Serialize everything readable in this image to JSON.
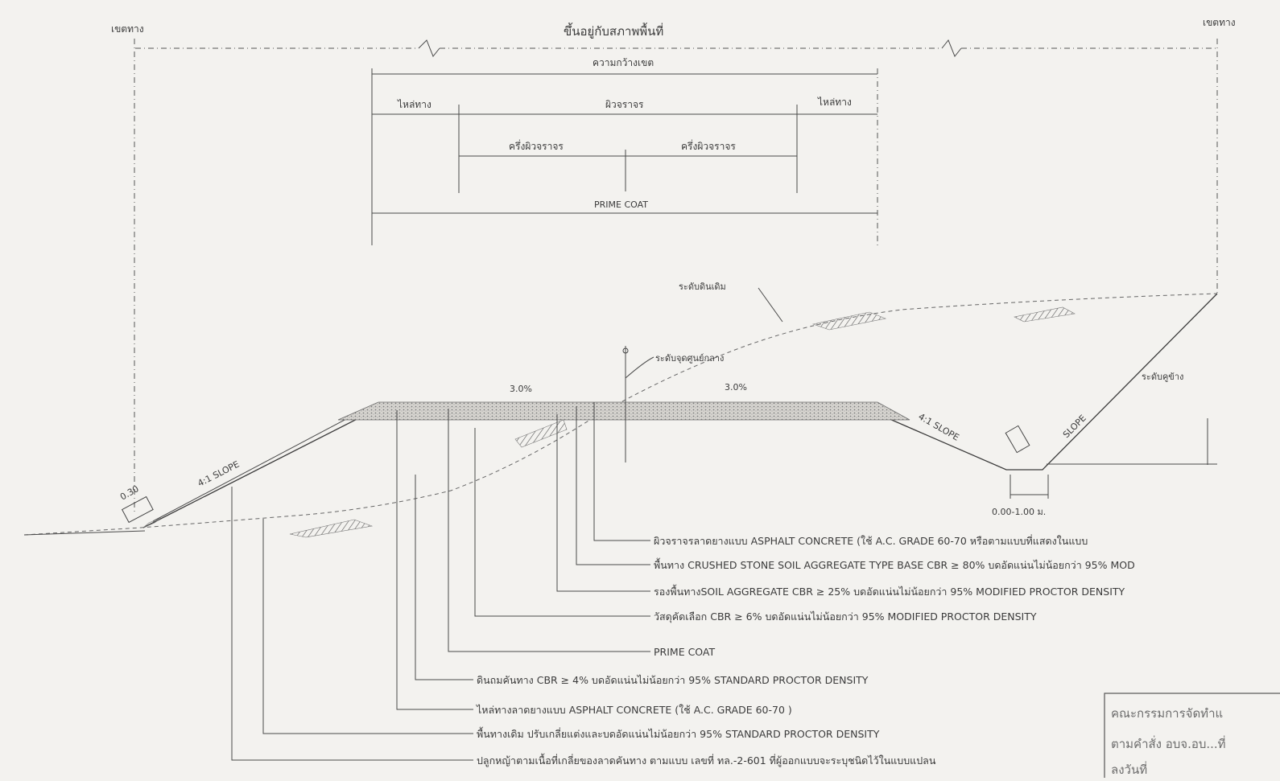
{
  "drawing": {
    "row_left_label": "เขตทาง",
    "row_right_label": "เขตทาง",
    "terrain_label": "ขึ้นอยู่กับสภาพพื้นที่",
    "width_label": "ความกว้างเขต",
    "shoulder_left": "ไหล่ทาง",
    "pavement_label": "ผิวจราจร",
    "shoulder_right": "ไหล่ทาง",
    "lane_left": "ครึ่งผิวจราจร",
    "lane_right": "ครึ่งผิวจราจร",
    "prime_coat_top": "PRIME COAT",
    "slope_left": "4:1 SLOPE",
    "slope_side": "4:1 SLOPE",
    "slope_right": "SLOPE",
    "ground_label": "ระดับดินเดิม",
    "centerline_label": "ระดับจุดศูนย์กลาง",
    "crossfall_left": "3.0%",
    "crossfall_right": "3.0%",
    "ditch_label": "ระดับคูข้าง",
    "ditch_width": "0.00-1.00 ม.",
    "toe_dim": "0.30"
  },
  "legend": [
    "ผิวจราจรลาดยางแบบ ASPHALT CONCRETE (ใช้ A.C. GRADE 60-70 หรือตามแบบที่แสดงในแบบ",
    "พื้นทาง CRUSHED STONE SOIL AGGREGATE TYPE BASE CBR ≥ 80% บดอัดแน่นไม่น้อยกว่า 95% MOD",
    "รองพื้นทางSOIL AGGREGATE CBR ≥ 25% บดอัดแน่นไม่น้อยกว่า 95% MODIFIED PROCTOR DENSITY",
    "วัสดุคัดเลือก CBR ≥ 6% บดอัดแน่นไม่น้อยกว่า 95% MODIFIED PROCTOR DENSITY",
    "PRIME COAT",
    "ดินถมคันทาง CBR ≥ 4% บดอัดแน่นไม่น้อยกว่า 95% STANDARD PROCTOR DENSITY",
    "ไหล่ทางลาดยางแบบ ASPHALT CONCRETE (ใช้ A.C. GRADE 60-70 )",
    "พื้นทางเดิม ปรับเกลี่ยแต่งและบดอัดแน่นไม่น้อยกว่า 95% STANDARD PROCTOR DENSITY",
    "ปลูกหญ้าตามเนื้อที่เกลี่ยของลาดคันทาง ตามแบบ เลขที่ ทล.-2-601 ที่ผู้ออกแบบจะระบุชนิดไว้ในแบบแปลน"
  ],
  "approval_box": {
    "line1": "คณะกรรมการจัดทำแ",
    "line2": "ตามคำสั่ง อบจ.อบ...ที่",
    "line3": "ลงวันที่"
  }
}
